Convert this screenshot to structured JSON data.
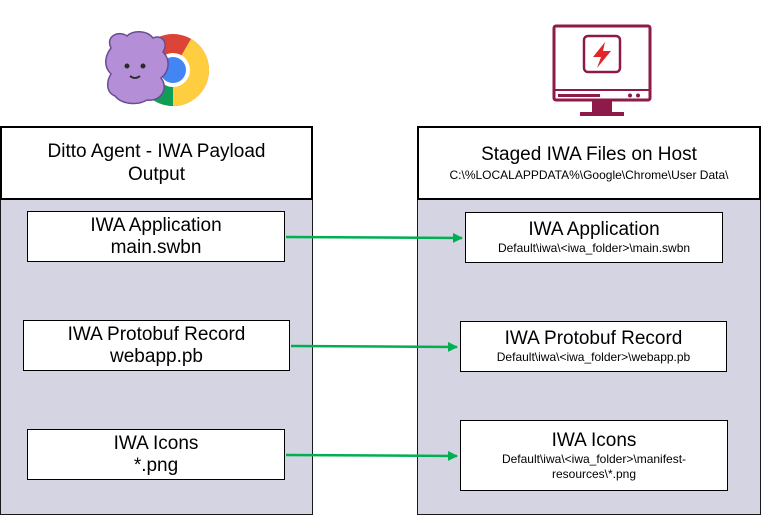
{
  "left": {
    "title": "Ditto Agent - IWA Payload Output",
    "items": [
      {
        "title": "IWA Application",
        "file": "main.swbn"
      },
      {
        "title": "IWA Protobuf Record",
        "file": "webapp.pb"
      },
      {
        "title": "IWA Icons",
        "file": "*.png"
      }
    ]
  },
  "right": {
    "title": "Staged IWA Files on Host",
    "subtitle": "C:\\%LOCALAPPDATA%\\Google\\Chrome\\User Data\\",
    "items": [
      {
        "title": "IWA Application",
        "path": "Default\\iwa\\<iwa_folder>\\main.swbn"
      },
      {
        "title": "IWA Protobuf Record",
        "path": "Default\\iwa\\<iwa_folder>\\webapp.pb"
      },
      {
        "title": "IWA Icons",
        "path": "Default\\iwa\\<iwa_folder>\\manifest-resources\\*.png"
      }
    ]
  },
  "colors": {
    "panel_fill": "#d5d4e3",
    "arrow": "#00b050",
    "monitor": "#8e1a4a",
    "bolt": "#e0262b",
    "ditto": "#b58ed8"
  },
  "icons": {
    "left": "ditto-chrome-logo",
    "right": "computer-monitor-alert-icon"
  }
}
